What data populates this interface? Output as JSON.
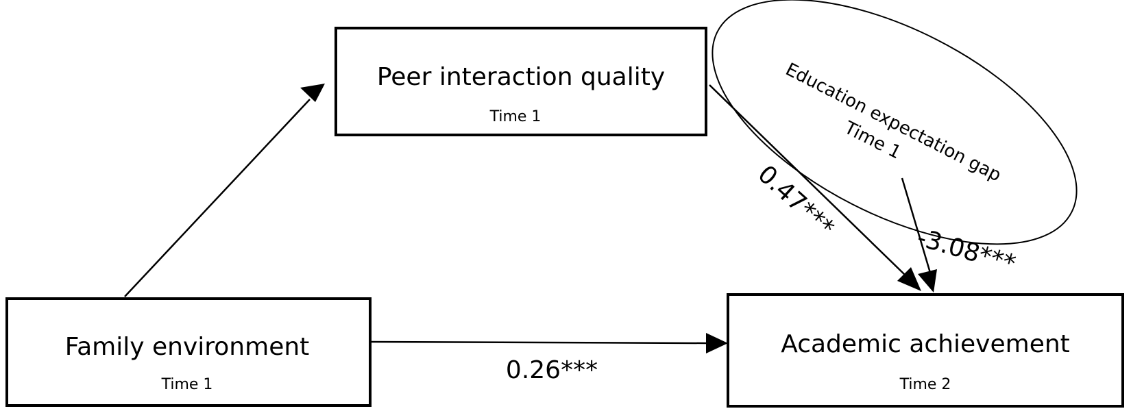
{
  "nodes": {
    "peer": {
      "title": "Peer interaction quality",
      "time": "Time 1"
    },
    "family": {
      "title": "Family environment",
      "time": "Time 1"
    },
    "academic": {
      "title": "Academic achievement",
      "time": "Time 2"
    },
    "moderator": {
      "title": "Education expectation gap",
      "time": "Time 1"
    }
  },
  "paths": {
    "family_to_peer": {
      "label": ""
    },
    "peer_to_academic": {
      "label": "0.47***"
    },
    "family_to_academic": {
      "label": "0.26***"
    },
    "moderator_to_academic": {
      "label": "-3.08***"
    }
  },
  "colors": {
    "stroke": "#000000",
    "background": "#ffffff"
  }
}
